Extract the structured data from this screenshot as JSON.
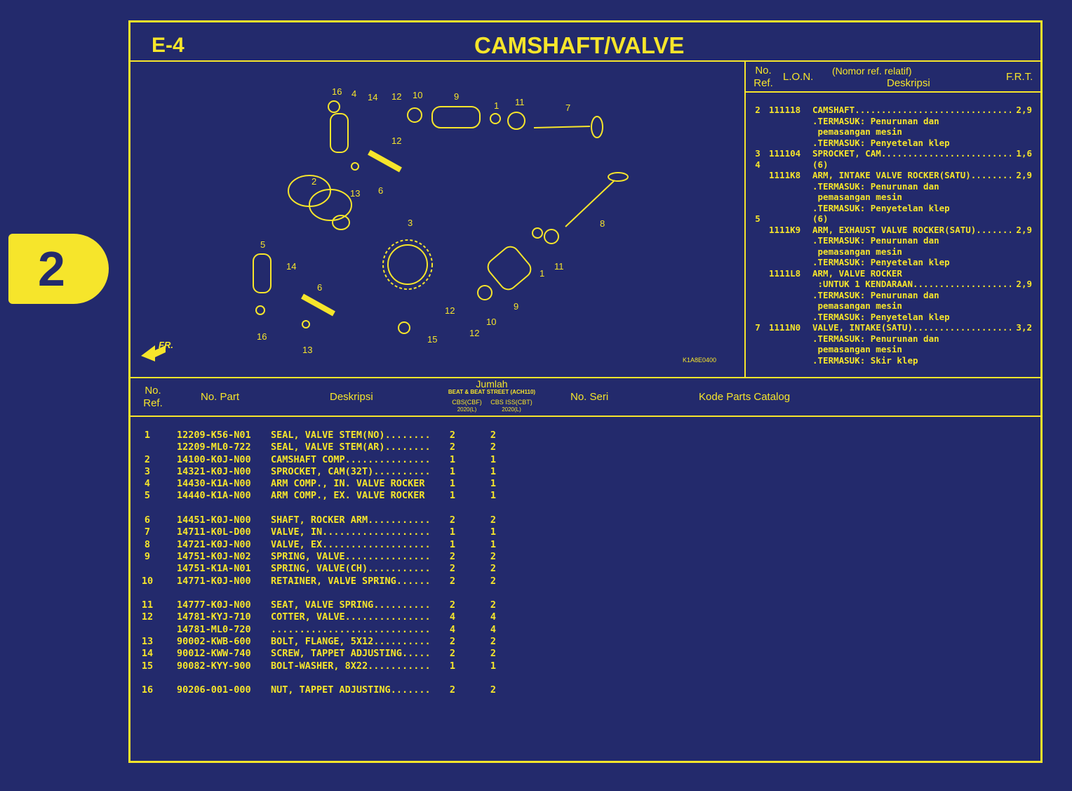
{
  "badge": "2",
  "header": {
    "code": "E-4",
    "title": "CAMSHAFT/VALVE"
  },
  "diagram": {
    "callouts": [
      "16",
      "4",
      "14",
      "12",
      "10",
      "9",
      "1",
      "11",
      "7",
      "12",
      "13",
      "6",
      "2",
      "3",
      "8",
      "5",
      "14",
      "6",
      "16",
      "13",
      "1",
      "11",
      "9",
      "12",
      "10",
      "12",
      "15"
    ],
    "front_label": "FR.",
    "drawing_code": "K1A8E0400"
  },
  "frt_table": {
    "headers": {
      "no_ref": "No. Ref.",
      "lon": "L.O.N.",
      "desc_top": "(Nomor ref. relatif)",
      "desc": "Deskripsi",
      "frt": "F.R.T."
    },
    "lines": [
      {
        "ref": "2",
        "lon": "111118",
        "desc": "CAMSHAFT",
        "frt": "2,9"
      },
      {
        "desc": ".TERMASUK: Penurunan dan"
      },
      {
        "desc": " pemasangan mesin"
      },
      {
        "desc": ".TERMASUK: Penyetelan klep"
      },
      {
        "ref": "3",
        "lon": "111104",
        "desc": "SPROCKET, CAM",
        "frt": "1,6"
      },
      {
        "ref": "4",
        "desc": "(6)"
      },
      {
        "lon": "1111K8",
        "desc": "ARM, INTAKE VALVE ROCKER(SATU)",
        "frt": "2,9"
      },
      {
        "desc": ".TERMASUK: Penurunan dan"
      },
      {
        "desc": " pemasangan mesin"
      },
      {
        "desc": ".TERMASUK: Penyetelan klep"
      },
      {
        "ref": "5",
        "desc": "(6)"
      },
      {
        "lon": "1111K9",
        "desc": "ARM, EXHAUST VALVE ROCKER(SATU)",
        "frt": "2,9"
      },
      {
        "desc": ".TERMASUK: Penurunan dan"
      },
      {
        "desc": " pemasangan mesin"
      },
      {
        "desc": ".TERMASUK: Penyetelan klep"
      },
      {
        "lon": "1111L8",
        "desc": "ARM, VALVE ROCKER"
      },
      {
        "desc": " :UNTUK 1 KENDARAAN",
        "frt": "2,9"
      },
      {
        "desc": ".TERMASUK: Penurunan dan"
      },
      {
        "desc": " pemasangan mesin"
      },
      {
        "desc": ".TERMASUK: Penyetelan klep"
      },
      {
        "ref": "7",
        "lon": "1111N0",
        "desc": "VALVE, INTAKE(SATU)",
        "frt": "3,2"
      },
      {
        "desc": ".TERMASUK: Penurunan dan"
      },
      {
        "desc": " pemasangan mesin"
      },
      {
        "desc": ".TERMASUK: Skir klep"
      }
    ]
  },
  "parts_table": {
    "headers": {
      "no_ref": "No. Ref.",
      "part_no": "No. Part",
      "desc": "Deskripsi",
      "qty": "Jumlah",
      "model": "BEAT & BEAT STREET (ACH110)",
      "variant1": "CBS(CBF)",
      "variant2": "CBS ISS(CBT)",
      "year1": "2020(L)",
      "year2": "2020(L)",
      "serial": "No. Seri",
      "catalog": "Kode Parts Catalog"
    },
    "groups": [
      [
        {
          "ref": "1",
          "part": "12209-K56-N01",
          "desc": "SEAL, VALVE STEM(NO)",
          "q1": "2",
          "q2": "2"
        },
        {
          "ref": "",
          "part": "12209-ML0-722",
          "desc": "SEAL, VALVE STEM(AR)",
          "q1": "2",
          "q2": "2"
        },
        {
          "ref": "2",
          "part": "14100-K0J-N00",
          "desc": "CAMSHAFT COMP.",
          "q1": "1",
          "q2": "1"
        },
        {
          "ref": "3",
          "part": "14321-K0J-N00",
          "desc": "SPROCKET, CAM(32T)",
          "q1": "1",
          "q2": "1"
        },
        {
          "ref": "4",
          "part": "14430-K1A-N00",
          "desc": "ARM COMP., IN. VALVE ROCKER",
          "q1": "1",
          "q2": "1"
        },
        {
          "ref": "5",
          "part": "14440-K1A-N00",
          "desc": "ARM COMP., EX. VALVE ROCKER",
          "q1": "1",
          "q2": "1"
        }
      ],
      [
        {
          "ref": "6",
          "part": "14451-K0J-N00",
          "desc": "SHAFT, ROCKER ARM",
          "q1": "2",
          "q2": "2"
        },
        {
          "ref": "7",
          "part": "14711-K0L-D00",
          "desc": "VALVE, IN.",
          "q1": "1",
          "q2": "1"
        },
        {
          "ref": "8",
          "part": "14721-K0J-N00",
          "desc": "VALVE, EX.",
          "q1": "1",
          "q2": "1"
        },
        {
          "ref": "9",
          "part": "14751-K0J-N02",
          "desc": "SPRING, VALVE",
          "q1": "2",
          "q2": "2"
        },
        {
          "ref": "",
          "part": "14751-K1A-N01",
          "desc": "SPRING, VALVE(CH)",
          "q1": "2",
          "q2": "2"
        },
        {
          "ref": "10",
          "part": "14771-K0J-N00",
          "desc": "RETAINER, VALVE SPRING",
          "q1": "2",
          "q2": "2"
        }
      ],
      [
        {
          "ref": "11",
          "part": "14777-K0J-N00",
          "desc": "SEAT, VALVE SPRING",
          "q1": "2",
          "q2": "2"
        },
        {
          "ref": "12",
          "part": "14781-KYJ-710",
          "desc": "COTTER, VALVE",
          "q1": "4",
          "q2": "4"
        },
        {
          "ref": "",
          "part": "14781-ML0-720",
          "desc": "",
          "q1": "4",
          "q2": "4"
        },
        {
          "ref": "13",
          "part": "90002-KWB-600",
          "desc": "BOLT, FLANGE, 5X12",
          "q1": "2",
          "q2": "2"
        },
        {
          "ref": "14",
          "part": "90012-KWW-740",
          "desc": "SCREW, TAPPET ADJUSTING",
          "q1": "2",
          "q2": "2"
        },
        {
          "ref": "15",
          "part": "90082-KYY-900",
          "desc": "BOLT-WASHER, 8X22",
          "q1": "1",
          "q2": "1"
        }
      ],
      [
        {
          "ref": "16",
          "part": "90206-001-000",
          "desc": "NUT, TAPPET ADJUSTING",
          "q1": "2",
          "q2": "2"
        }
      ]
    ]
  },
  "colors": {
    "background": "#232a6c",
    "accent": "#f6e52b"
  }
}
